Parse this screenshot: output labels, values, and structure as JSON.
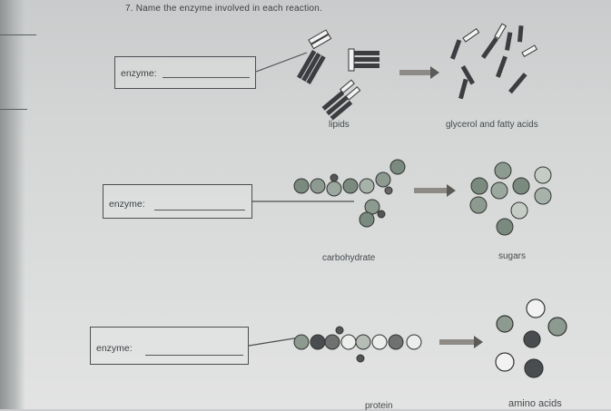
{
  "question": "7. Name the enzyme involved in each reaction.",
  "reactions": [
    {
      "enzyme_label": "enzyme:",
      "reactant": "lipids",
      "product": "glycerol and fatty acids"
    },
    {
      "enzyme_label": "enzyme:",
      "reactant": "carbohydrate",
      "product": "sugars"
    },
    {
      "enzyme_label": "enzyme:",
      "reactant": "protein",
      "product": "amino acids"
    }
  ]
}
